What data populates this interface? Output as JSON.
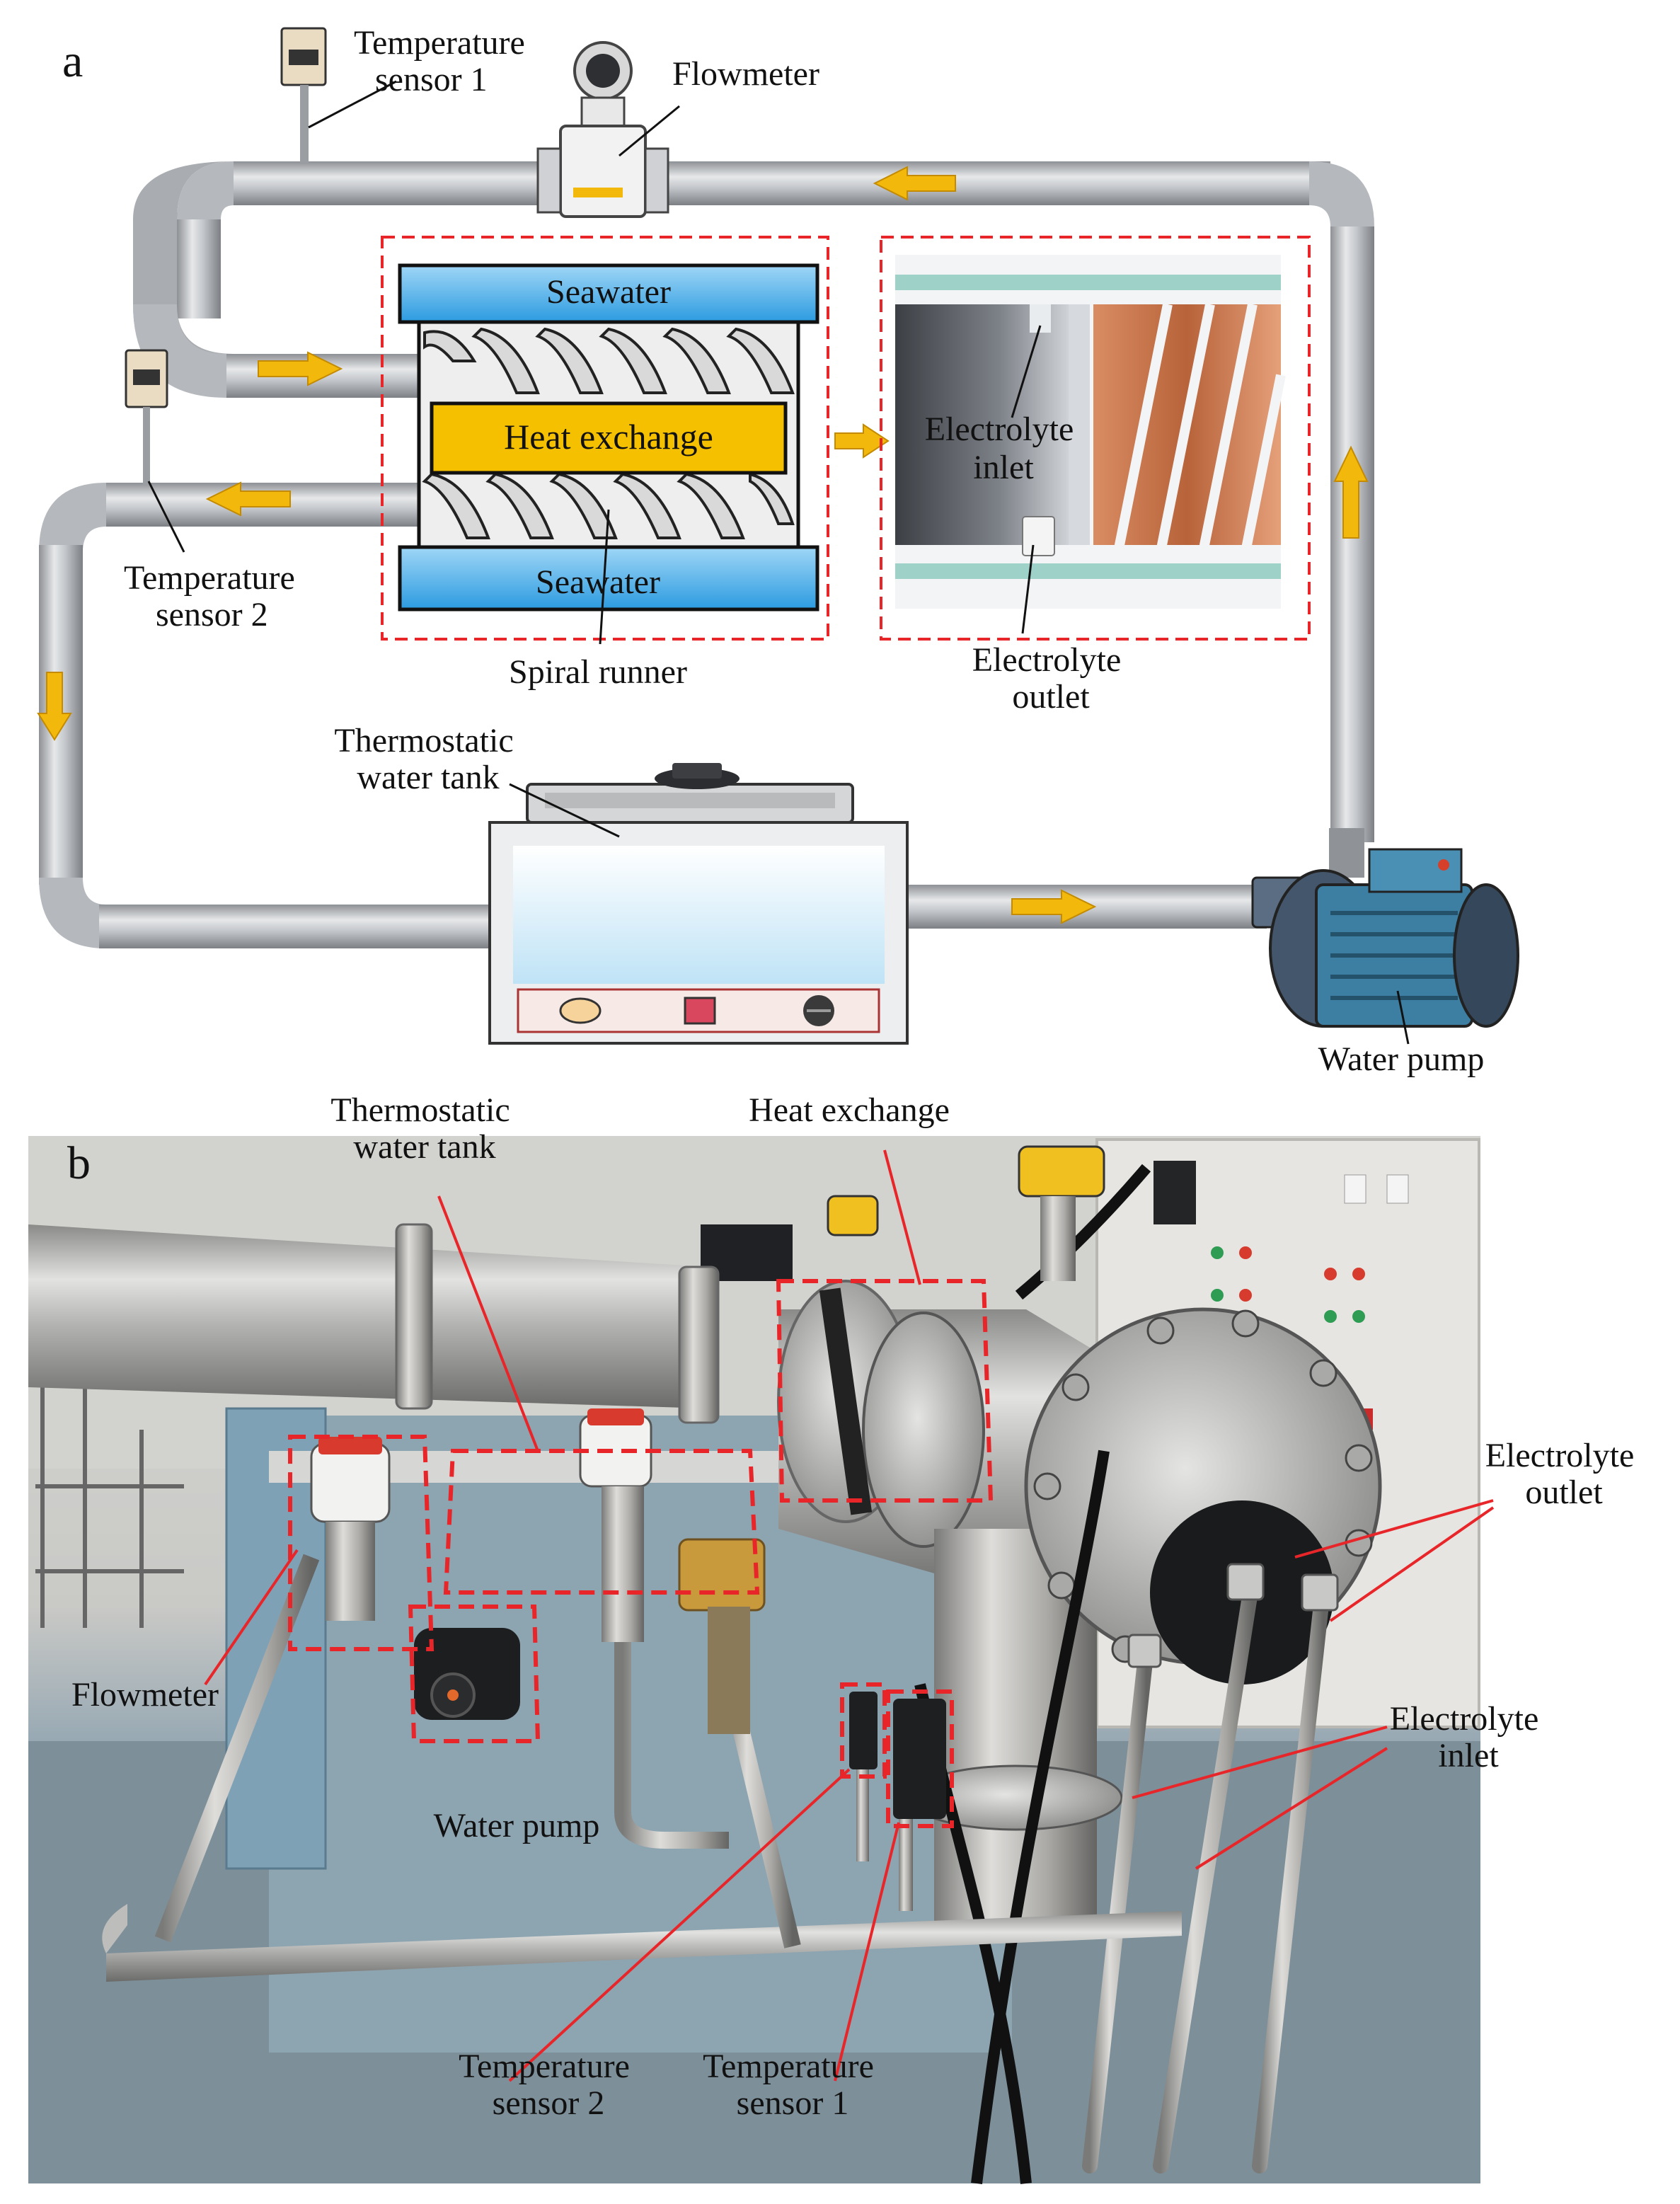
{
  "panel_a": {
    "letter": "a",
    "temp_sensor_1": [
      "Temperature",
      "sensor 1"
    ],
    "flowmeter": "Flowmeter",
    "seawater_top": "Seawater",
    "heat_exchange": "Heat exchange",
    "seawater_bottom": "Seawater",
    "temp_sensor_2": [
      "Temperature",
      "sensor 2"
    ],
    "spiral_runner": "Spiral runner",
    "electrolyte_inlet": [
      "Electrolyte",
      "inlet"
    ],
    "electrolyte_outlet": [
      "Electrolyte",
      "outlet"
    ],
    "thermostatic_tank": [
      "Thermostatic",
      "water tank"
    ],
    "water_pump": "Water pump"
  },
  "panel_b": {
    "letter": "b",
    "thermostatic_tank": [
      "Thermostatic",
      "water tank"
    ],
    "heat_exchange": "Heat exchange",
    "electrolyte_outlet": [
      "Electrolyte",
      "outlet"
    ],
    "electrolyte_inlet": [
      "Electrolyte",
      "inlet"
    ],
    "flowmeter": "Flowmeter",
    "water_pump": "Water pump",
    "temp_sensor_2": [
      "Temperature",
      "sensor 2"
    ],
    "temp_sensor_1": [
      "Temperature",
      "sensor 1"
    ]
  },
  "colors": {
    "pipe": "#b9bcc0",
    "arrow": "#f2b90c",
    "seawater": "#3aa6e6",
    "heat": "#f5c000",
    "dash": "#e8262a",
    "copper": "#c8754a"
  }
}
